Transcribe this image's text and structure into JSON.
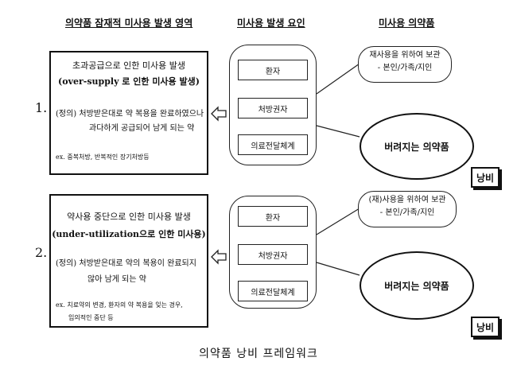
{
  "headers": {
    "col1": "의약품 잠재적 미사용 발생 영역",
    "col2": "미사용 발생 요인",
    "col3": "미사용 의약품"
  },
  "section1": {
    "number": "1.",
    "title1": "초과공급으로 인한 미사용 발생",
    "title2": "(over-supply 로 인한 미사용 발생)",
    "def1": "(정의) 처방받은대로 약 복용을 완료하였으나",
    "def2": "과다하게 공급되어 남게 되는 약",
    "example": "ex. 중복처방, 반복적인 장기처방등"
  },
  "section2": {
    "number": "2.",
    "title1": "약사용 중단으로 인한 미사용 발생",
    "title2": "(under-utilization으로 인한 미사용)",
    "def1": "(정의) 처방받은대로 약의 복용이 완료되지",
    "def2": "않아 남게 되는 약",
    "example1": "ex. 치료약의 변경, 환자의 약 복용을 잊는 경우,",
    "example2": "임의적인 중단 등"
  },
  "factors1": [
    "환자",
    "처방권자",
    "의료전달체계"
  ],
  "factors2": [
    "환자",
    "처방권자",
    "의료전달체계"
  ],
  "store1": {
    "line1": "재사용을 위하여 보관",
    "line2": "- 본인/가족/지인"
  },
  "store2": {
    "line1": "(재)사용을 위하여 보관",
    "line2": "- 본인/가족/지인"
  },
  "discarded": "버려지는 의약품",
  "waste": "낭비",
  "caption": "의약품 낭비 프레임워크"
}
